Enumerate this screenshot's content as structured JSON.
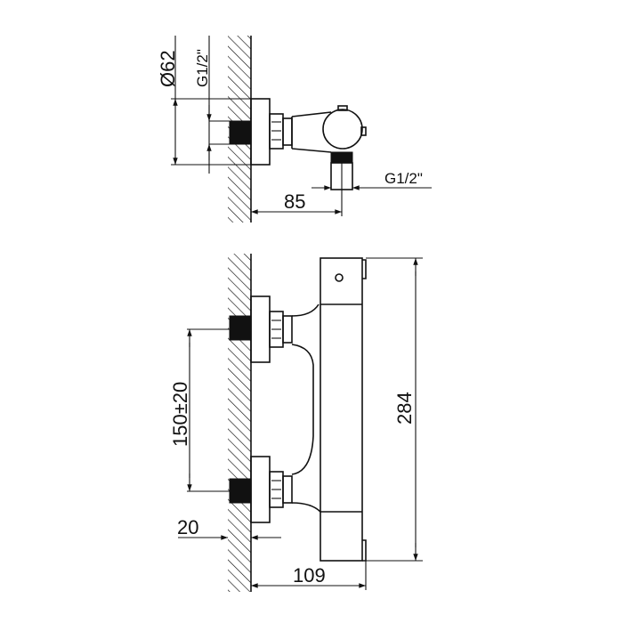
{
  "drawing": {
    "top_view": {
      "diameter_label": "Ø62",
      "inlet_thread_label": "G1/2\"",
      "outlet_thread_label": "G1/2\"",
      "depth_label": "85"
    },
    "front_view": {
      "inlet_spacing_label": "150±20",
      "height_label": "284",
      "wall_offset_label": "20",
      "total_depth_label": "109"
    }
  }
}
